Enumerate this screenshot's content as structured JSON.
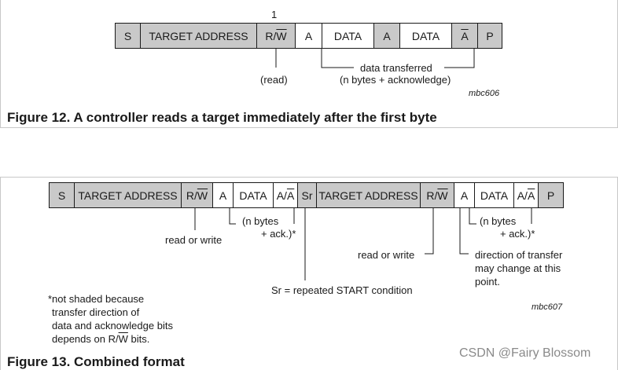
{
  "fig12": {
    "bit_number": "1",
    "fields": [
      {
        "label": "S",
        "shaded": true
      },
      {
        "label": "TARGET ADDRESS",
        "shaded": true
      },
      {
        "prefix": "R/",
        "over": "W",
        "shaded": true
      },
      {
        "label": "A",
        "shaded": false
      },
      {
        "label": "DATA",
        "shaded": false
      },
      {
        "label": "A",
        "shaded": true
      },
      {
        "label": "DATA",
        "shaded": false
      },
      {
        "over": "A",
        "shaded": true
      },
      {
        "label": "P",
        "shaded": true
      }
    ],
    "read_note": "(read)",
    "data_note_line1": "data transferred",
    "data_note_line2": "(n bytes + acknowledge)",
    "code": "mbc606",
    "caption": "Figure 12.  A controller reads a target immediately after the first byte"
  },
  "fig13": {
    "fields": [
      {
        "label": "S",
        "shaded": true
      },
      {
        "label": "TARGET ADDRESS",
        "shaded": true
      },
      {
        "prefix": "R/",
        "over": "W",
        "shaded": true
      },
      {
        "label": "A",
        "shaded": false
      },
      {
        "label": "DATA",
        "shaded": false
      },
      {
        "prefix": "A/",
        "over": "A",
        "shaded": false
      },
      {
        "label": "Sr",
        "shaded": true
      },
      {
        "label": "TARGET ADDRESS",
        "shaded": true
      },
      {
        "prefix": "R/",
        "over": "W",
        "shaded": true
      },
      {
        "label": "A",
        "shaded": false
      },
      {
        "label": "DATA",
        "shaded": false
      },
      {
        "prefix": "A/",
        "over": "A",
        "shaded": false
      },
      {
        "label": "P",
        "shaded": true
      }
    ],
    "n_bytes_1": "(n bytes",
    "ack_1": "+ ack.)*",
    "n_bytes_2": "(n bytes",
    "ack_2": "+ ack.)*",
    "read_or_write_1": "read or write",
    "read_or_write_2": "read or write",
    "direction_line1": "direction of transfer",
    "direction_line2": "may change at this",
    "direction_line3": "point.",
    "sr_note": "Sr = repeated START condition",
    "footnote_line1": "*not shaded because",
    "footnote_line2": "transfer direction of",
    "footnote_line3": "data and acknowledge bits",
    "footnote_line4_prefix": "depends on R/",
    "footnote_line4_over": "W",
    "footnote_line4_suffix": " bits.",
    "code": "mbc607",
    "caption": "Figure 13.  Combined format"
  },
  "watermark": "CSDN @Fairy Blossom"
}
